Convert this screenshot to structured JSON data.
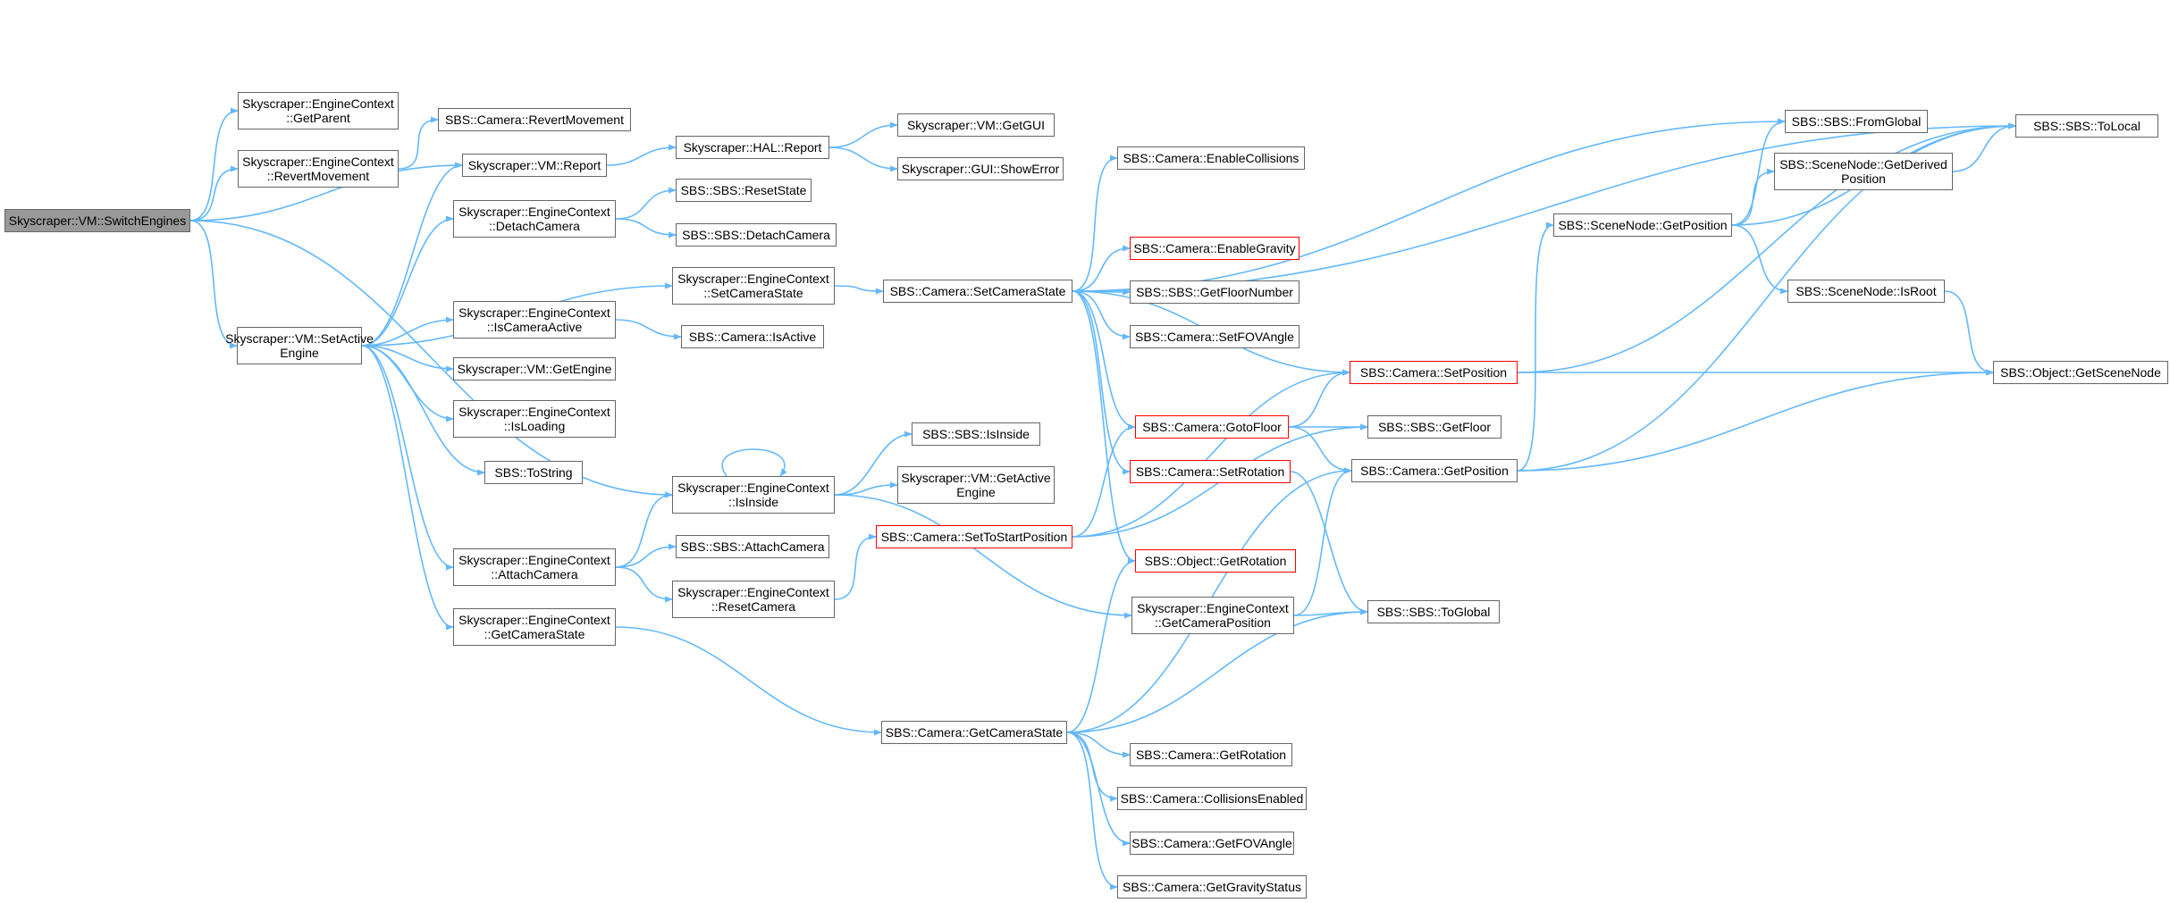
{
  "diagram": {
    "nodes": [
      {
        "id": "n_switch",
        "label": "Skyscraper::VM::SwitchEngines",
        "style": "root"
      },
      {
        "id": "n_getparent",
        "label": "Skyscraper::EngineContext\n::GetParent",
        "style": "normal"
      },
      {
        "id": "n_ctx_revert",
        "label": "Skyscraper::EngineContext\n::RevertMovement",
        "style": "normal"
      },
      {
        "id": "n_cam_revert",
        "label": "SBS::Camera::RevertMovement",
        "style": "normal"
      },
      {
        "id": "n_vm_report",
        "label": "Skyscraper::VM::Report",
        "style": "normal"
      },
      {
        "id": "n_hal_report",
        "label": "Skyscraper::HAL::Report",
        "style": "normal"
      },
      {
        "id": "n_getgui",
        "label": "Skyscraper::VM::GetGUI",
        "style": "normal"
      },
      {
        "id": "n_showerror",
        "label": "Skyscraper::GUI::ShowError",
        "style": "normal"
      },
      {
        "id": "n_detach",
        "label": "Skyscraper::EngineContext\n::DetachCamera",
        "style": "normal"
      },
      {
        "id": "n_resetstate",
        "label": "SBS::SBS::ResetState",
        "style": "normal"
      },
      {
        "id": "n_sbs_detach",
        "label": "SBS::SBS::DetachCamera",
        "style": "normal"
      },
      {
        "id": "n_setactive",
        "label": "Skyscraper::VM::SetActive\nEngine",
        "style": "normal"
      },
      {
        "id": "n_setcamstate",
        "label": "Skyscraper::EngineContext\n::SetCameraState",
        "style": "normal"
      },
      {
        "id": "n_cam_setcamstate",
        "label": "SBS::Camera::SetCameraState",
        "style": "normal"
      },
      {
        "id": "n_iscamactive",
        "label": "Skyscraper::EngineContext\n::IsCameraActive",
        "style": "normal"
      },
      {
        "id": "n_cam_isactive",
        "label": "SBS::Camera::IsActive",
        "style": "normal"
      },
      {
        "id": "n_getengine",
        "label": "Skyscraper::VM::GetEngine",
        "style": "normal"
      },
      {
        "id": "n_isloading",
        "label": "Skyscraper::EngineContext\n::IsLoading",
        "style": "normal"
      },
      {
        "id": "n_tostring",
        "label": "SBS::ToString",
        "style": "normal"
      },
      {
        "id": "n_isinside",
        "label": "Skyscraper::EngineContext\n::IsInside",
        "style": "normal"
      },
      {
        "id": "n_sbs_isinside",
        "label": "SBS::SBS::IsInside",
        "style": "normal"
      },
      {
        "id": "n_getactive",
        "label": "Skyscraper::VM::GetActive\nEngine",
        "style": "normal"
      },
      {
        "id": "n_attach",
        "label": "Skyscraper::EngineContext\n::AttachCamera",
        "style": "normal"
      },
      {
        "id": "n_sbs_attach",
        "label": "SBS::SBS::AttachCamera",
        "style": "normal"
      },
      {
        "id": "n_resetcam",
        "label": "Skyscraper::EngineContext\n::ResetCamera",
        "style": "normal"
      },
      {
        "id": "n_getcamstate",
        "label": "Skyscraper::EngineContext\n::GetCameraState",
        "style": "normal"
      },
      {
        "id": "n_settostart",
        "label": "SBS::Camera::SetToStartPosition",
        "style": "red"
      },
      {
        "id": "n_cam_getcamstate",
        "label": "SBS::Camera::GetCameraState",
        "style": "normal"
      },
      {
        "id": "n_enablecoll",
        "label": "SBS::Camera::EnableCollisions",
        "style": "normal"
      },
      {
        "id": "n_enablegrav",
        "label": "SBS::Camera::EnableGravity",
        "style": "red"
      },
      {
        "id": "n_getfloornum",
        "label": "SBS::SBS::GetFloorNumber",
        "style": "normal"
      },
      {
        "id": "n_setfov",
        "label": "SBS::Camera::SetFOVAngle",
        "style": "normal"
      },
      {
        "id": "n_gotofloor",
        "label": "SBS::Camera::GotoFloor",
        "style": "red"
      },
      {
        "id": "n_setrotation",
        "label": "SBS::Camera::SetRotation",
        "style": "red"
      },
      {
        "id": "n_obj_getrot",
        "label": "SBS::Object::GetRotation",
        "style": "red"
      },
      {
        "id": "n_ctx_getcampos",
        "label": "Skyscraper::EngineContext\n::GetCameraPosition",
        "style": "normal"
      },
      {
        "id": "n_cam_getrot",
        "label": "SBS::Camera::GetRotation",
        "style": "normal"
      },
      {
        "id": "n_collenabled",
        "label": "SBS::Camera::CollisionsEnabled",
        "style": "normal"
      },
      {
        "id": "n_getfov",
        "label": "SBS::Camera::GetFOVAngle",
        "style": "normal"
      },
      {
        "id": "n_getgravstatus",
        "label": "SBS::Camera::GetGravityStatus",
        "style": "normal"
      },
      {
        "id": "n_setposition",
        "label": "SBS::Camera::SetPosition",
        "style": "red"
      },
      {
        "id": "n_getfloor",
        "label": "SBS::SBS::GetFloor",
        "style": "normal"
      },
      {
        "id": "n_cam_getpos",
        "label": "SBS::Camera::GetPosition",
        "style": "normal"
      },
      {
        "id": "n_toglobal",
        "label": "SBS::SBS::ToGlobal",
        "style": "normal"
      },
      {
        "id": "n_fromglobal",
        "label": "SBS::SBS::FromGlobal",
        "style": "normal"
      },
      {
        "id": "n_derived",
        "label": "SBS::SceneNode::GetDerived\nPosition",
        "style": "normal"
      },
      {
        "id": "n_sn_getpos",
        "label": "SBS::SceneNode::GetPosition",
        "style": "normal"
      },
      {
        "id": "n_isroot",
        "label": "SBS::SceneNode::IsRoot",
        "style": "normal"
      },
      {
        "id": "n_tolocal",
        "label": "SBS::SBS::ToLocal",
        "style": "normal"
      },
      {
        "id": "n_getscenenode",
        "label": "SBS::Object::GetSceneNode",
        "style": "normal"
      }
    ],
    "edges": [
      [
        "n_switch",
        "n_getparent"
      ],
      [
        "n_switch",
        "n_ctx_revert"
      ],
      [
        "n_switch",
        "n_vm_report"
      ],
      [
        "n_switch",
        "n_setactive"
      ],
      [
        "n_switch",
        "n_isinside"
      ],
      [
        "n_ctx_revert",
        "n_cam_revert"
      ],
      [
        "n_vm_report",
        "n_hal_report"
      ],
      [
        "n_hal_report",
        "n_getgui"
      ],
      [
        "n_hal_report",
        "n_showerror"
      ],
      [
        "n_setactive",
        "n_vm_report"
      ],
      [
        "n_setactive",
        "n_detach"
      ],
      [
        "n_setactive",
        "n_setcamstate"
      ],
      [
        "n_setactive",
        "n_iscamactive"
      ],
      [
        "n_setactive",
        "n_getengine"
      ],
      [
        "n_setactive",
        "n_isloading"
      ],
      [
        "n_setactive",
        "n_tostring"
      ],
      [
        "n_setactive",
        "n_attach"
      ],
      [
        "n_setactive",
        "n_getcamstate"
      ],
      [
        "n_detach",
        "n_resetstate"
      ],
      [
        "n_detach",
        "n_sbs_detach"
      ],
      [
        "n_setcamstate",
        "n_cam_setcamstate"
      ],
      [
        "n_iscamactive",
        "n_cam_isactive"
      ],
      [
        "n_isinside",
        "n_isinside"
      ],
      [
        "n_isinside",
        "n_sbs_isinside"
      ],
      [
        "n_isinside",
        "n_getactive"
      ],
      [
        "n_isinside",
        "n_ctx_getcampos"
      ],
      [
        "n_attach",
        "n_isinside"
      ],
      [
        "n_attach",
        "n_sbs_attach"
      ],
      [
        "n_attach",
        "n_resetcam"
      ],
      [
        "n_resetcam",
        "n_settostart"
      ],
      [
        "n_getcamstate",
        "n_cam_getcamstate"
      ],
      [
        "n_cam_setcamstate",
        "n_enablecoll"
      ],
      [
        "n_cam_setcamstate",
        "n_enablegrav"
      ],
      [
        "n_cam_setcamstate",
        "n_getfloornum"
      ],
      [
        "n_cam_setcamstate",
        "n_setfov"
      ],
      [
        "n_cam_setcamstate",
        "n_gotofloor"
      ],
      [
        "n_cam_setcamstate",
        "n_setrotation"
      ],
      [
        "n_cam_setcamstate",
        "n_obj_getrot"
      ],
      [
        "n_cam_setcamstate",
        "n_setposition"
      ],
      [
        "n_cam_setcamstate",
        "n_fromglobal"
      ],
      [
        "n_cam_setcamstate",
        "n_tolocal"
      ],
      [
        "n_settostart",
        "n_setposition"
      ],
      [
        "n_settostart",
        "n_gotofloor"
      ],
      [
        "n_settostart",
        "n_getfloor"
      ],
      [
        "n_gotofloor",
        "n_setposition"
      ],
      [
        "n_gotofloor",
        "n_getfloor"
      ],
      [
        "n_gotofloor",
        "n_cam_getpos"
      ],
      [
        "n_setrotation",
        "n_toglobal"
      ],
      [
        "n_setposition",
        "n_tolocal"
      ],
      [
        "n_setposition",
        "n_getscenenode"
      ],
      [
        "n_cam_getpos",
        "n_sn_getpos"
      ],
      [
        "n_cam_getpos",
        "n_tolocal"
      ],
      [
        "n_cam_getpos",
        "n_getscenenode"
      ],
      [
        "n_ctx_getcampos",
        "n_cam_getpos"
      ],
      [
        "n_ctx_getcampos",
        "n_toglobal"
      ],
      [
        "n_cam_getcamstate",
        "n_obj_getrot"
      ],
      [
        "n_cam_getcamstate",
        "n_cam_getpos"
      ],
      [
        "n_cam_getcamstate",
        "n_toglobal"
      ],
      [
        "n_cam_getcamstate",
        "n_cam_getrot"
      ],
      [
        "n_cam_getcamstate",
        "n_collenabled"
      ],
      [
        "n_cam_getcamstate",
        "n_getfov"
      ],
      [
        "n_cam_getcamstate",
        "n_getgravstatus"
      ],
      [
        "n_sn_getpos",
        "n_fromglobal"
      ],
      [
        "n_sn_getpos",
        "n_derived"
      ],
      [
        "n_sn_getpos",
        "n_isroot"
      ],
      [
        "n_sn_getpos",
        "n_tolocal"
      ],
      [
        "n_derived",
        "n_tolocal"
      ],
      [
        "n_isroot",
        "n_getscenenode"
      ]
    ]
  },
  "colors": {
    "edge": "#63b8ff",
    "node_border": "#666666",
    "node_border_highlight": "#ff0000",
    "root_fill": "#999999",
    "node_fill": "#ffffff"
  }
}
